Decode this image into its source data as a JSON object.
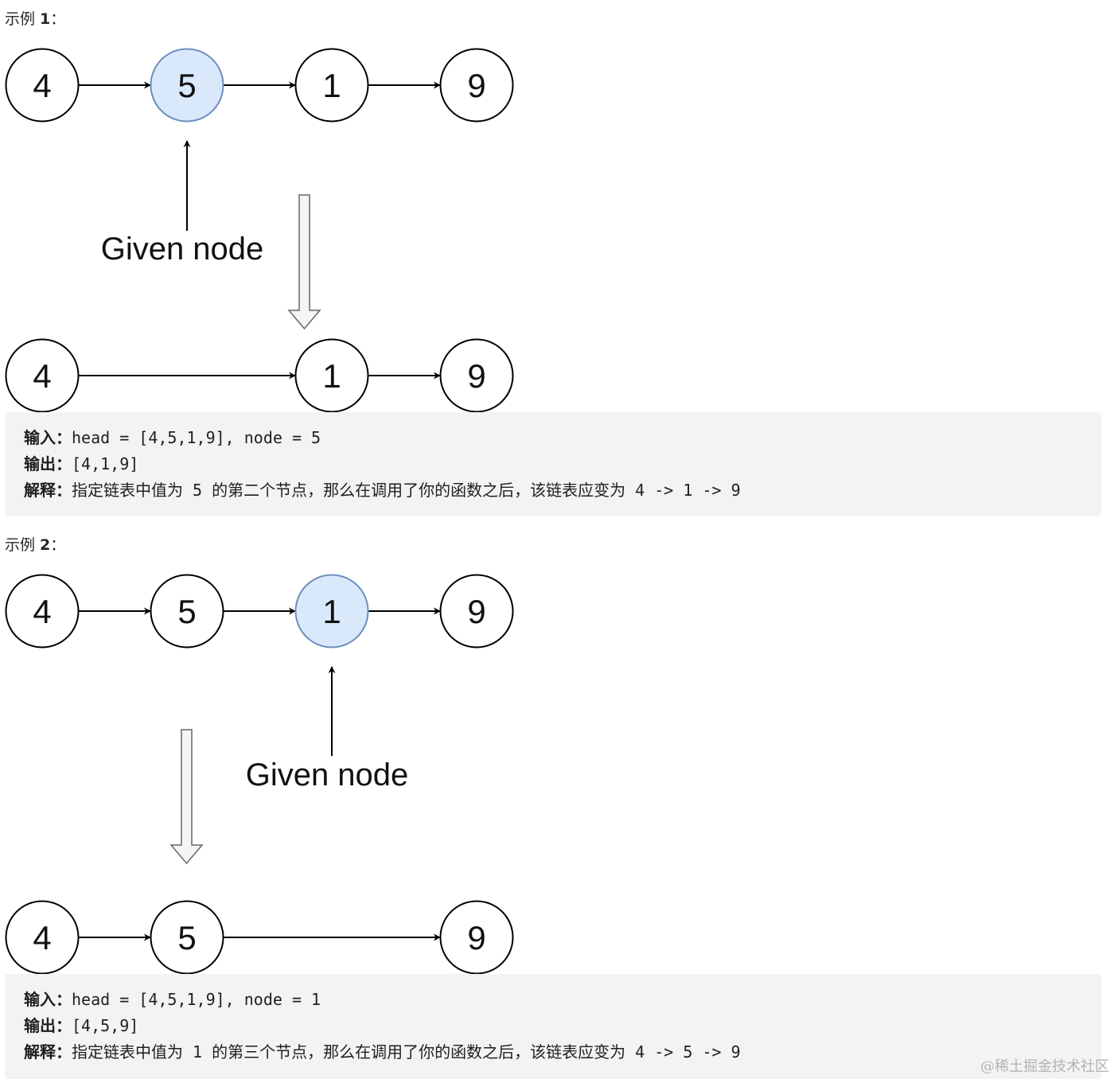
{
  "examples": [
    {
      "heading_prefix": "示例 ",
      "heading_number": "1",
      "heading_suffix": "：",
      "before_list": [
        {
          "value": "4",
          "highlighted": false
        },
        {
          "value": "5",
          "highlighted": true
        },
        {
          "value": "1",
          "highlighted": false
        },
        {
          "value": "9",
          "highlighted": false
        }
      ],
      "given_node_label": "Given node",
      "after_list": [
        {
          "value": "4"
        },
        {
          "value": "1"
        },
        {
          "value": "9"
        }
      ],
      "input_label": "输入：",
      "input_value": "head = [4,5,1,9], node = 5",
      "output_label": "输出：",
      "output_value": "[4,1,9]",
      "explanation_label": "解释：",
      "explanation_value": "指定链表中值为 5 的第二个节点，那么在调用了你的函数之后，该链表应变为 4 -> 1 -> 9"
    },
    {
      "heading_prefix": "示例 ",
      "heading_number": "2",
      "heading_suffix": "：",
      "before_list": [
        {
          "value": "4",
          "highlighted": false
        },
        {
          "value": "5",
          "highlighted": false
        },
        {
          "value": "1",
          "highlighted": true
        },
        {
          "value": "9",
          "highlighted": false
        }
      ],
      "given_node_label": "Given node",
      "after_list": [
        {
          "value": "4"
        },
        {
          "value": "5"
        },
        {
          "value": "9"
        }
      ],
      "input_label": "输入：",
      "input_value": "head = [4,5,1,9], node = 1",
      "output_label": "输出：",
      "output_value": "[4,5,9]",
      "explanation_label": "解释：",
      "explanation_value": "指定链表中值为 1 的第三个节点，那么在调用了你的函数之后，该链表应变为 4 -> 5 -> 9"
    }
  ],
  "colors": {
    "node_fill": "#ffffff",
    "node_stroke": "#000000",
    "highlight_fill": "#dae8fc",
    "highlight_stroke": "#6c8ebf",
    "block_arrow_fill": "#f5f5f5",
    "block_arrow_stroke": "#666666",
    "code_background": "#f2f3f5"
  },
  "watermark": "@稀土掘金技术社区"
}
